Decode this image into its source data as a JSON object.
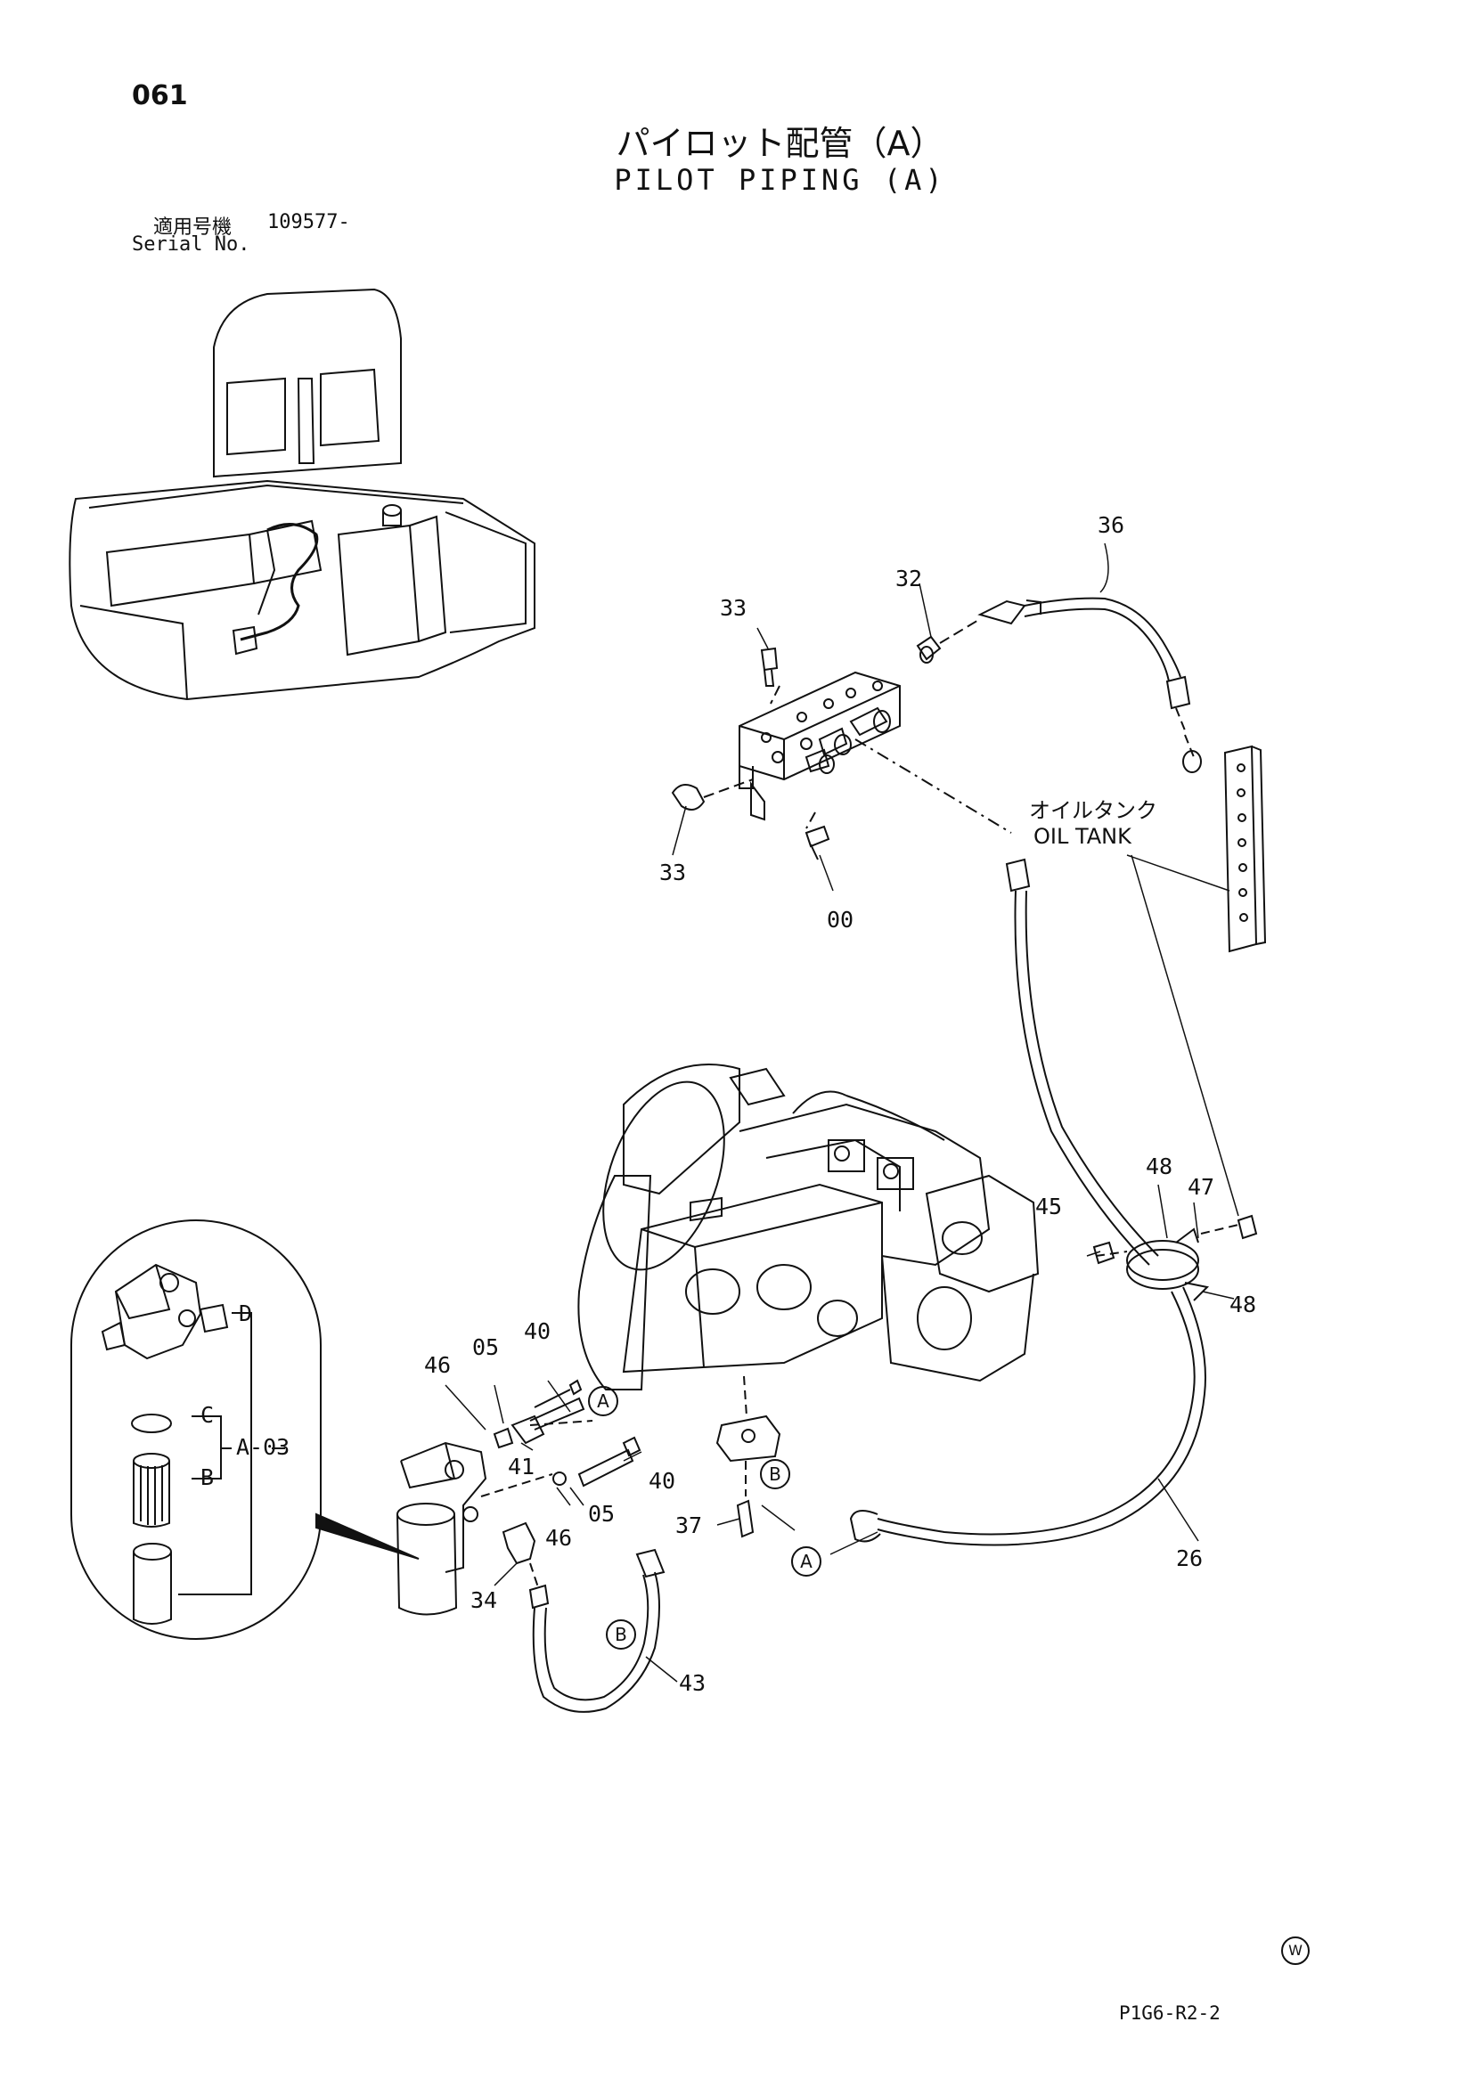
{
  "page_number": "061",
  "title_jp": "パイロット配管（A）",
  "title_en": "PILOT PIPING (A)",
  "serial_label_jp": "適用号機",
  "serial_value": "109577-",
  "serial_label_en": "Serial No.",
  "oil_tank_jp": "オイルタンク",
  "oil_tank_en": "OIL TANK",
  "part_labels": {
    "p36": "36",
    "p32": "32",
    "p33a": "33",
    "p33b": "33",
    "p00": "00",
    "p48a": "48",
    "p47": "47",
    "p45": "45",
    "p48b": "48",
    "p40a": "40",
    "p05a": "05",
    "p46a": "46",
    "p41": "41",
    "p40b": "40",
    "p05b": "05",
    "p46b": "46",
    "p37": "37",
    "p34": "34",
    "p43": "43",
    "p26": "26",
    "inset_d": "D",
    "inset_c": "C",
    "inset_b": "B",
    "inset_a03": "A-03"
  },
  "callouts": {
    "a1": "A",
    "a2": "A",
    "b1": "B",
    "b2": "B"
  },
  "drawing_code": "P1G6-R2-2",
  "watermark": "W"
}
